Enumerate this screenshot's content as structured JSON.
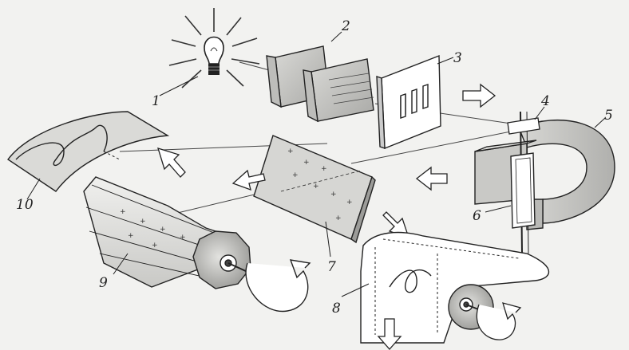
{
  "labels": {
    "n1": "1",
    "n2": "2",
    "n3": "3",
    "n4": "4",
    "n5": "5",
    "n6": "6",
    "n7": "7",
    "n8": "8",
    "n9": "9",
    "n10": "10"
  },
  "colors": {
    "background": "#f2f2f0",
    "ink": "#2a2a2a",
    "paper": "#ffffff",
    "light_fill": "#e6e6e4",
    "mid_fill": "#cfcfcc",
    "dark_fill": "#a9a9a6"
  },
  "icons": {
    "lamp": "light-bulb-icon",
    "arrow": "block-arrow-icon",
    "rotation": "rotation-arrow-icon"
  }
}
